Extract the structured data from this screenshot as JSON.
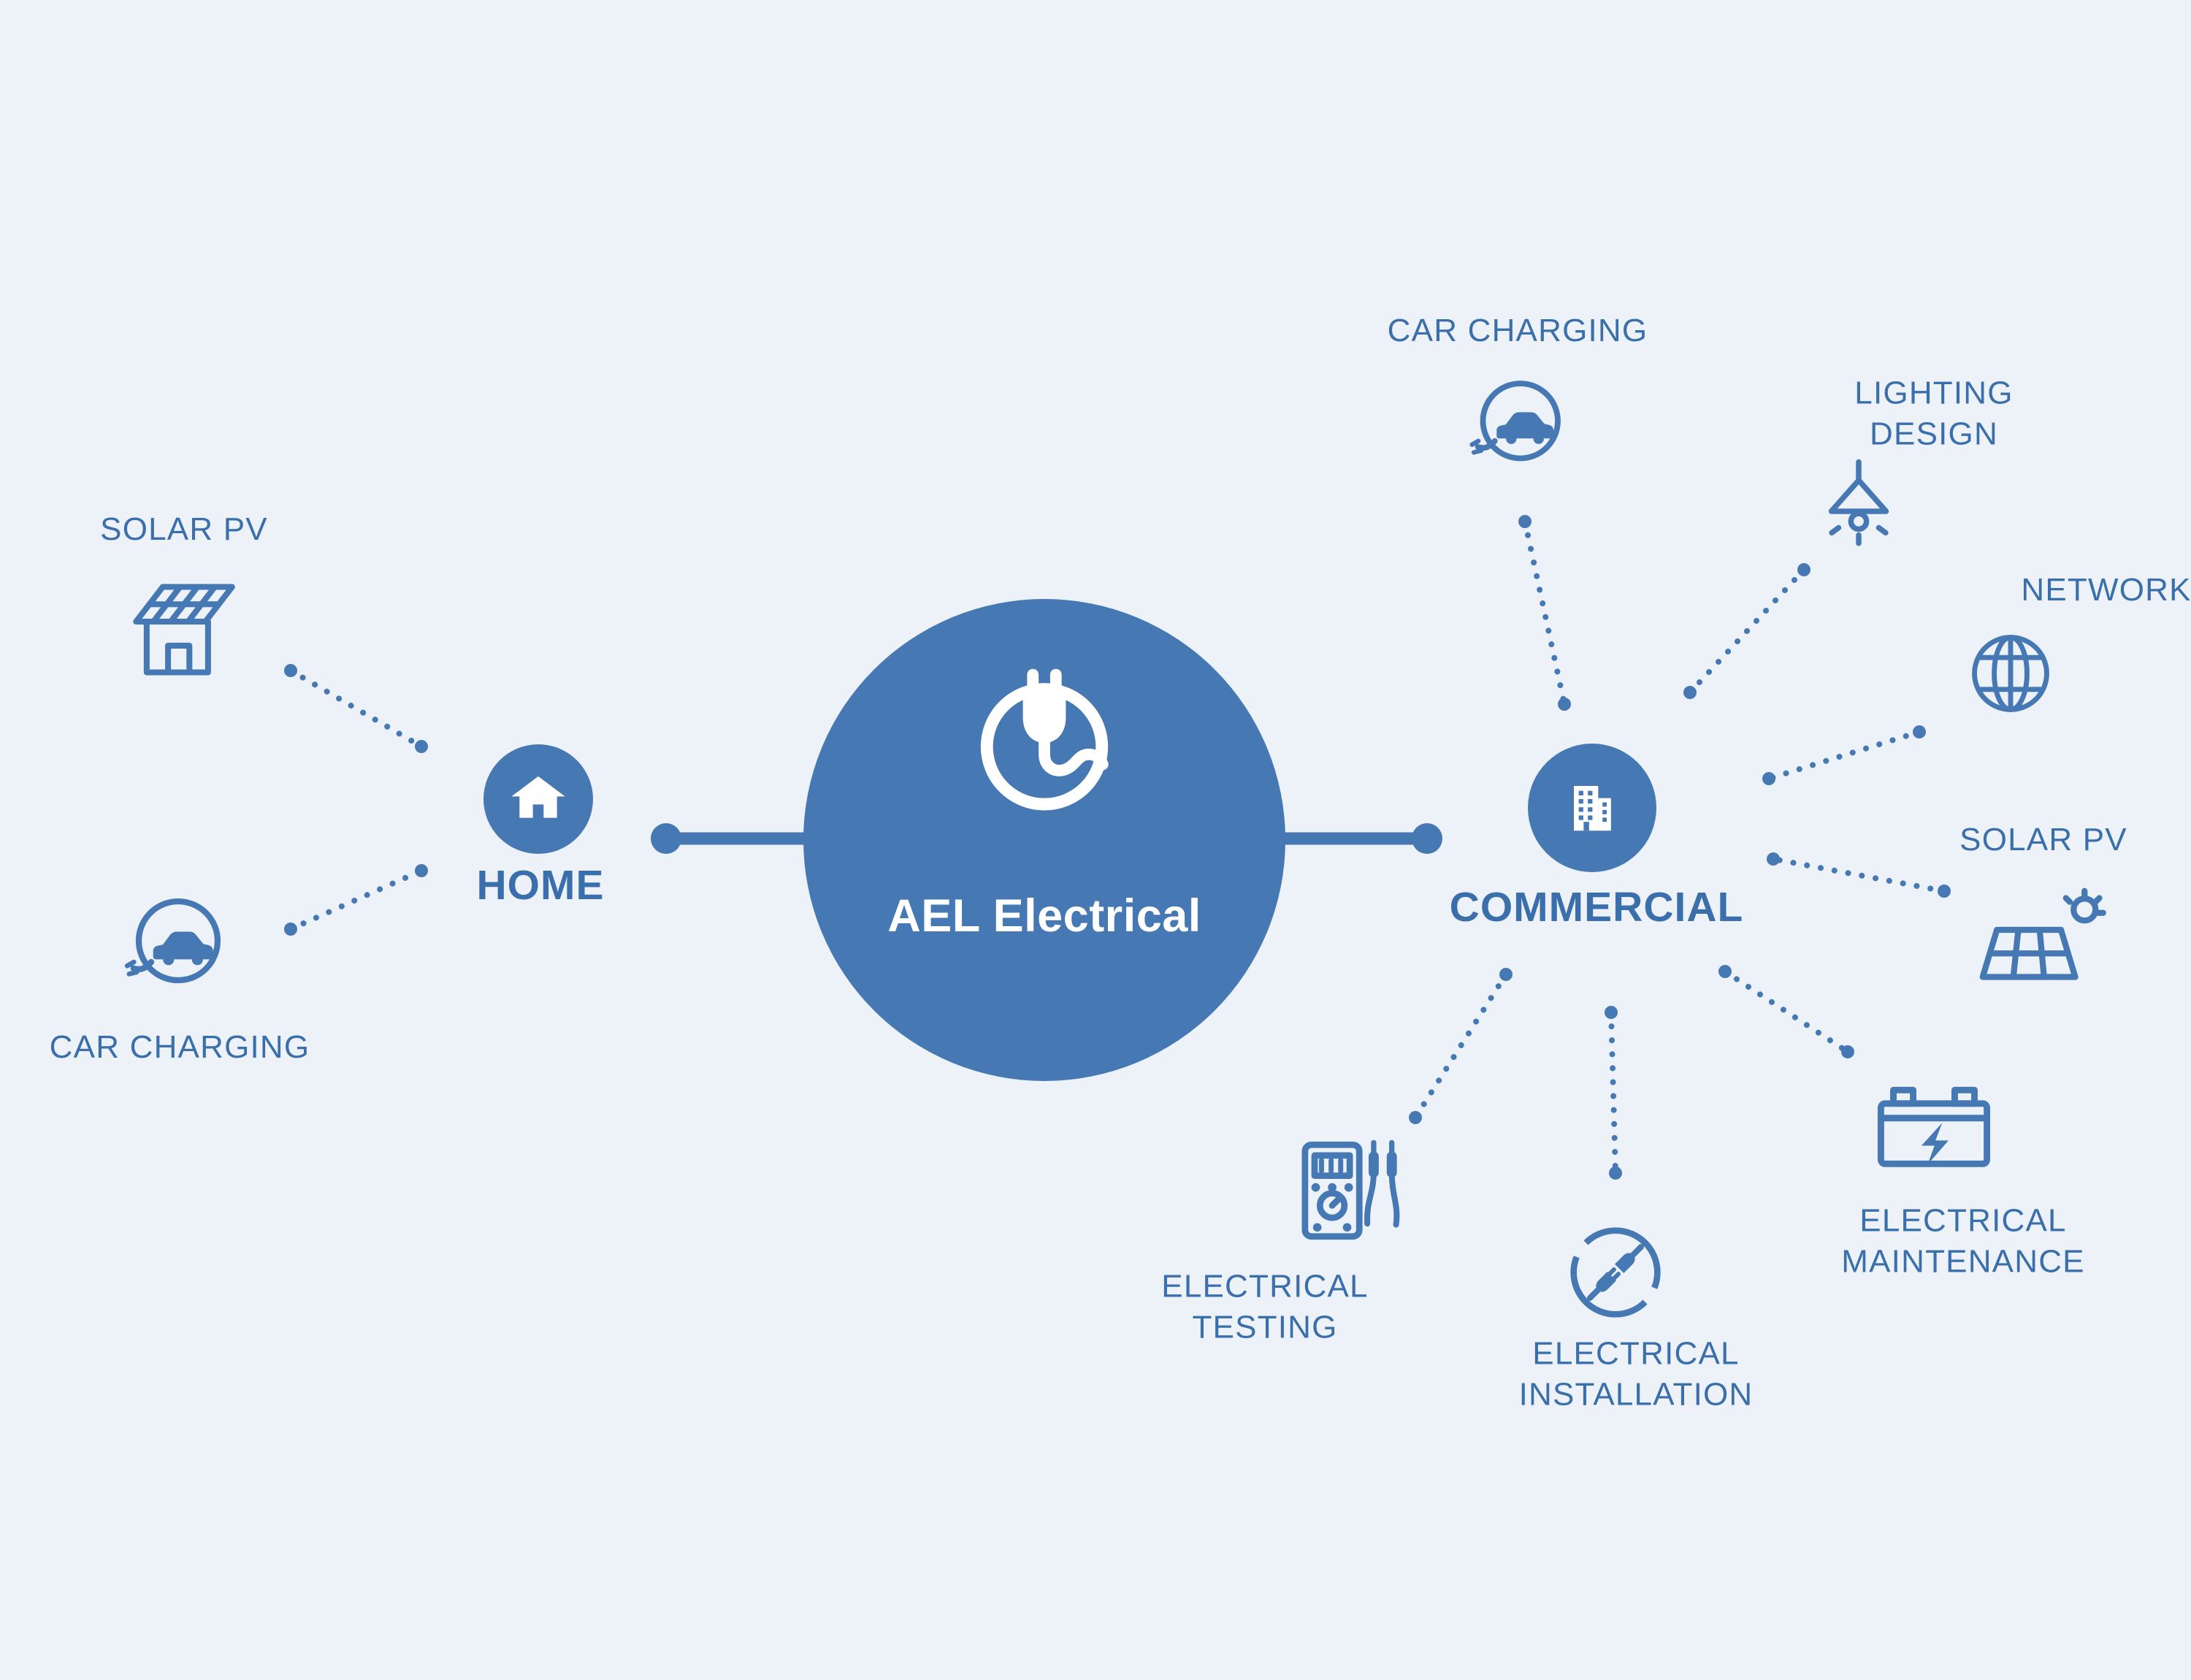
{
  "colors": {
    "background": "#edf2f8",
    "accent": "#4678b4",
    "text": "#3a6fab"
  },
  "center": {
    "title": "AEL Electrical",
    "logo_icon": "power-plug-icon"
  },
  "branches": {
    "home": {
      "label": "HOME",
      "icon": "home-icon"
    },
    "commercial": {
      "label": "COMMERCIAL",
      "icon": "building-icon"
    }
  },
  "home_satellites": [
    {
      "label": "SOLAR PV",
      "icon": "solar-house-icon"
    },
    {
      "label": "CAR CHARGING",
      "icon": "car-charging-icon"
    }
  ],
  "commercial_satellites": [
    {
      "label": "CAR CHARGING",
      "icon": "car-charging-icon"
    },
    {
      "label": "LIGHTING DESIGN",
      "icon": "pendant-lamp-icon"
    },
    {
      "label": "NETWORK",
      "icon": "globe-icon"
    },
    {
      "label": "SOLAR PV",
      "icon": "solar-panel-icon"
    },
    {
      "label": "ELECTRICAL MAINTENANCE",
      "icon": "battery-icon"
    },
    {
      "label": "ELECTRICAL INSTALLATION",
      "icon": "plug-connection-icon"
    },
    {
      "label": "ELECTRICAL TESTING",
      "icon": "multimeter-icon"
    }
  ]
}
